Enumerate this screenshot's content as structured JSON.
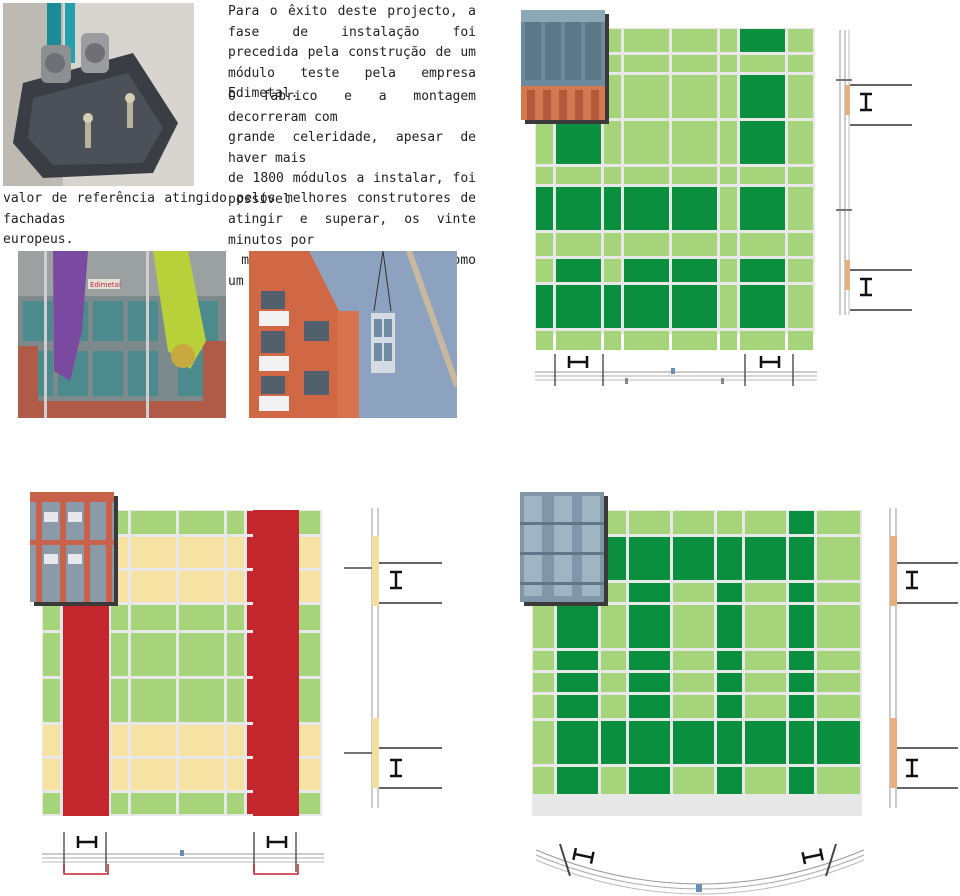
{
  "text": {
    "paragraph1": "Para o êxito deste projecto, a fase de instalação foi precedida pela construção de um módulo teste pela empresa Edimetal.",
    "paragraph2_lines": [
      "O fabrico e a montagem decorreram com",
      "grande celeridade, apesar de haver mais",
      "de 1800 módulos a instalar, foi possível",
      "atingir e superar, os vinte minutos por",
      "módulo, que nos indicaram como um"
    ],
    "paragraph2_full_lines": [
      "valor de referência atingido pelos melhores construtores de fachadas",
      "europeus."
    ],
    "sign_text": "Edimetal"
  },
  "colors": {
    "dark_green": "#0a8f3e",
    "light_green": "#a6d47a",
    "pale_yellow": "#f6e3a4",
    "red": "#c4262e",
    "mullion": "#e8e8e8",
    "sky": "#8da2bf"
  },
  "panels": {
    "facade_top_right": "green curtain wall elevation",
    "facade_bottom_left": "red and yellow curtain wall elevation",
    "facade_bottom_right": "green curtain wall elevation",
    "section_icon": "steel I-beam section"
  }
}
